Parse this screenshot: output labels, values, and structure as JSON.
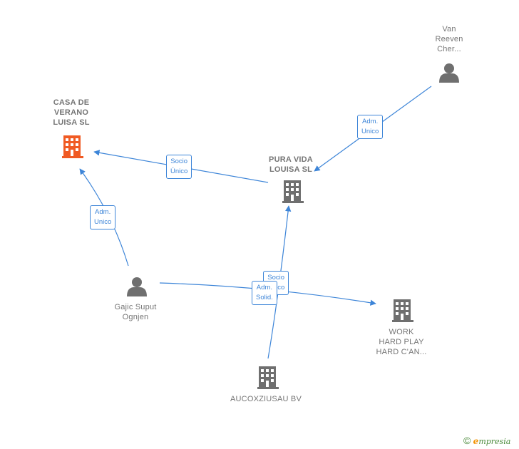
{
  "colors": {
    "edge": "#3d85d8",
    "company": "#6f6f6f",
    "company_highlight": "#f05a23",
    "person": "#6f6f6f",
    "brand_orange": "#f39200",
    "brand_green": "#4a8a3a"
  },
  "nodes": {
    "casa": {
      "label": "CASA DE\nVERANO\nLUISA  SL",
      "type": "company",
      "icon": "building-icon"
    },
    "pura": {
      "label": "PURA VIDA\nLOUISA  SL",
      "type": "company",
      "icon": "building-icon"
    },
    "van": {
      "label": "Van\nReeven\nCher...",
      "type": "person",
      "icon": "person-icon"
    },
    "gajic": {
      "label": "Gajic Suput\nOgnjen",
      "type": "person",
      "icon": "person-icon"
    },
    "work": {
      "label": "WORK\nHARD PLAY\nHARD C'AN...",
      "type": "company",
      "icon": "building-icon"
    },
    "auco": {
      "label": "AUCOXZIUSAU BV",
      "type": "company",
      "icon": "building-icon"
    }
  },
  "edges": {
    "pura_casa": {
      "label": "Socio\nÚnico"
    },
    "van_pura": {
      "label": "Adm.\nUnico"
    },
    "gajic_casa": {
      "label": "Adm.\nUnico"
    },
    "auco_pura": {
      "label": "Socio\nÚnico"
    },
    "gajic_work": {
      "label": "Adm.\nSolid."
    }
  },
  "footer": {
    "copyright": "©",
    "brand_e": "e",
    "brand_rest": "mpresia"
  }
}
